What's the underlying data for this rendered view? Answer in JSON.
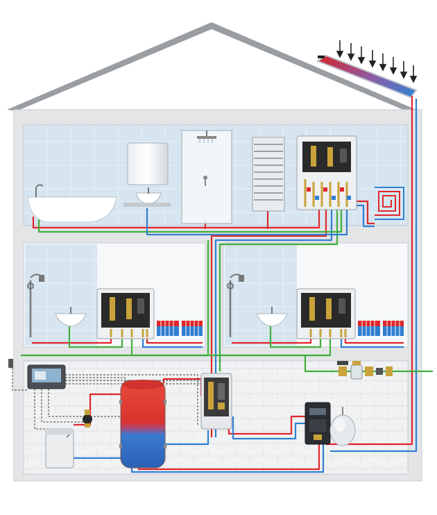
{
  "colors": {
    "roof": "#9a9ea3",
    "wall": "#e4e6e8",
    "room": "#f3f5f7",
    "tile": "#dbe8f2",
    "hot": "#e0262b",
    "cold": "#2f7fd1",
    "drinking": "#3fae3a",
    "control": "#3a3a3a",
    "storage_top": "#e23a36",
    "storage_bottom": "#2f73c9"
  },
  "diagram": {
    "description_icons": [
      "solar-collector",
      "sun-rays",
      "bathtub",
      "washbasin",
      "mirror-cabinet",
      "shower",
      "towel-radiator",
      "fresh-water-station",
      "underfloor-heating-coil",
      "radiator",
      "heat-pump-controller",
      "buffer-storage-tank",
      "circulation-pump",
      "boiler",
      "expansion-vessel",
      "water-filter-assembly",
      "control-panel"
    ]
  }
}
